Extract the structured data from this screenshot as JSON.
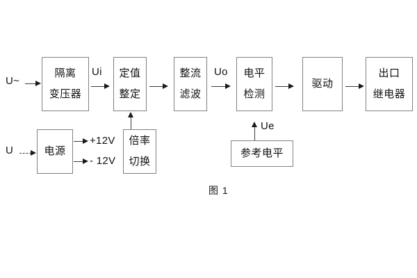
{
  "figure": {
    "caption": "图 1",
    "inputs": {
      "ac_input_label": "U~",
      "dc_input_label": "U"
    },
    "signal_labels": {
      "ui": "Ui",
      "uo": "Uo",
      "ue": "Ue"
    },
    "power_rails": {
      "positive": "+12V",
      "negative": "- 12V"
    },
    "blocks": [
      {
        "id": "isolation-transformer",
        "lines": [
          "隔离",
          "变压器"
        ]
      },
      {
        "id": "setting-value",
        "lines": [
          "定值",
          "整定"
        ]
      },
      {
        "id": "rectifier-filter",
        "lines": [
          "整流",
          "滤波"
        ]
      },
      {
        "id": "level-detection",
        "lines": [
          "电平",
          "检测"
        ]
      },
      {
        "id": "drive",
        "lines": [
          "驱动"
        ]
      },
      {
        "id": "output-relay",
        "lines": [
          "出口",
          "继电器"
        ]
      },
      {
        "id": "power-supply",
        "lines": [
          "电源"
        ]
      },
      {
        "id": "multiplier-switch",
        "lines": [
          "倍率",
          "切换"
        ]
      },
      {
        "id": "reference-level",
        "lines": [
          "参考电平"
        ]
      }
    ],
    "colors": {
      "box_border": "#808080",
      "line": "#3a3a3a",
      "text": "#111111",
      "background": "#ffffff"
    }
  }
}
